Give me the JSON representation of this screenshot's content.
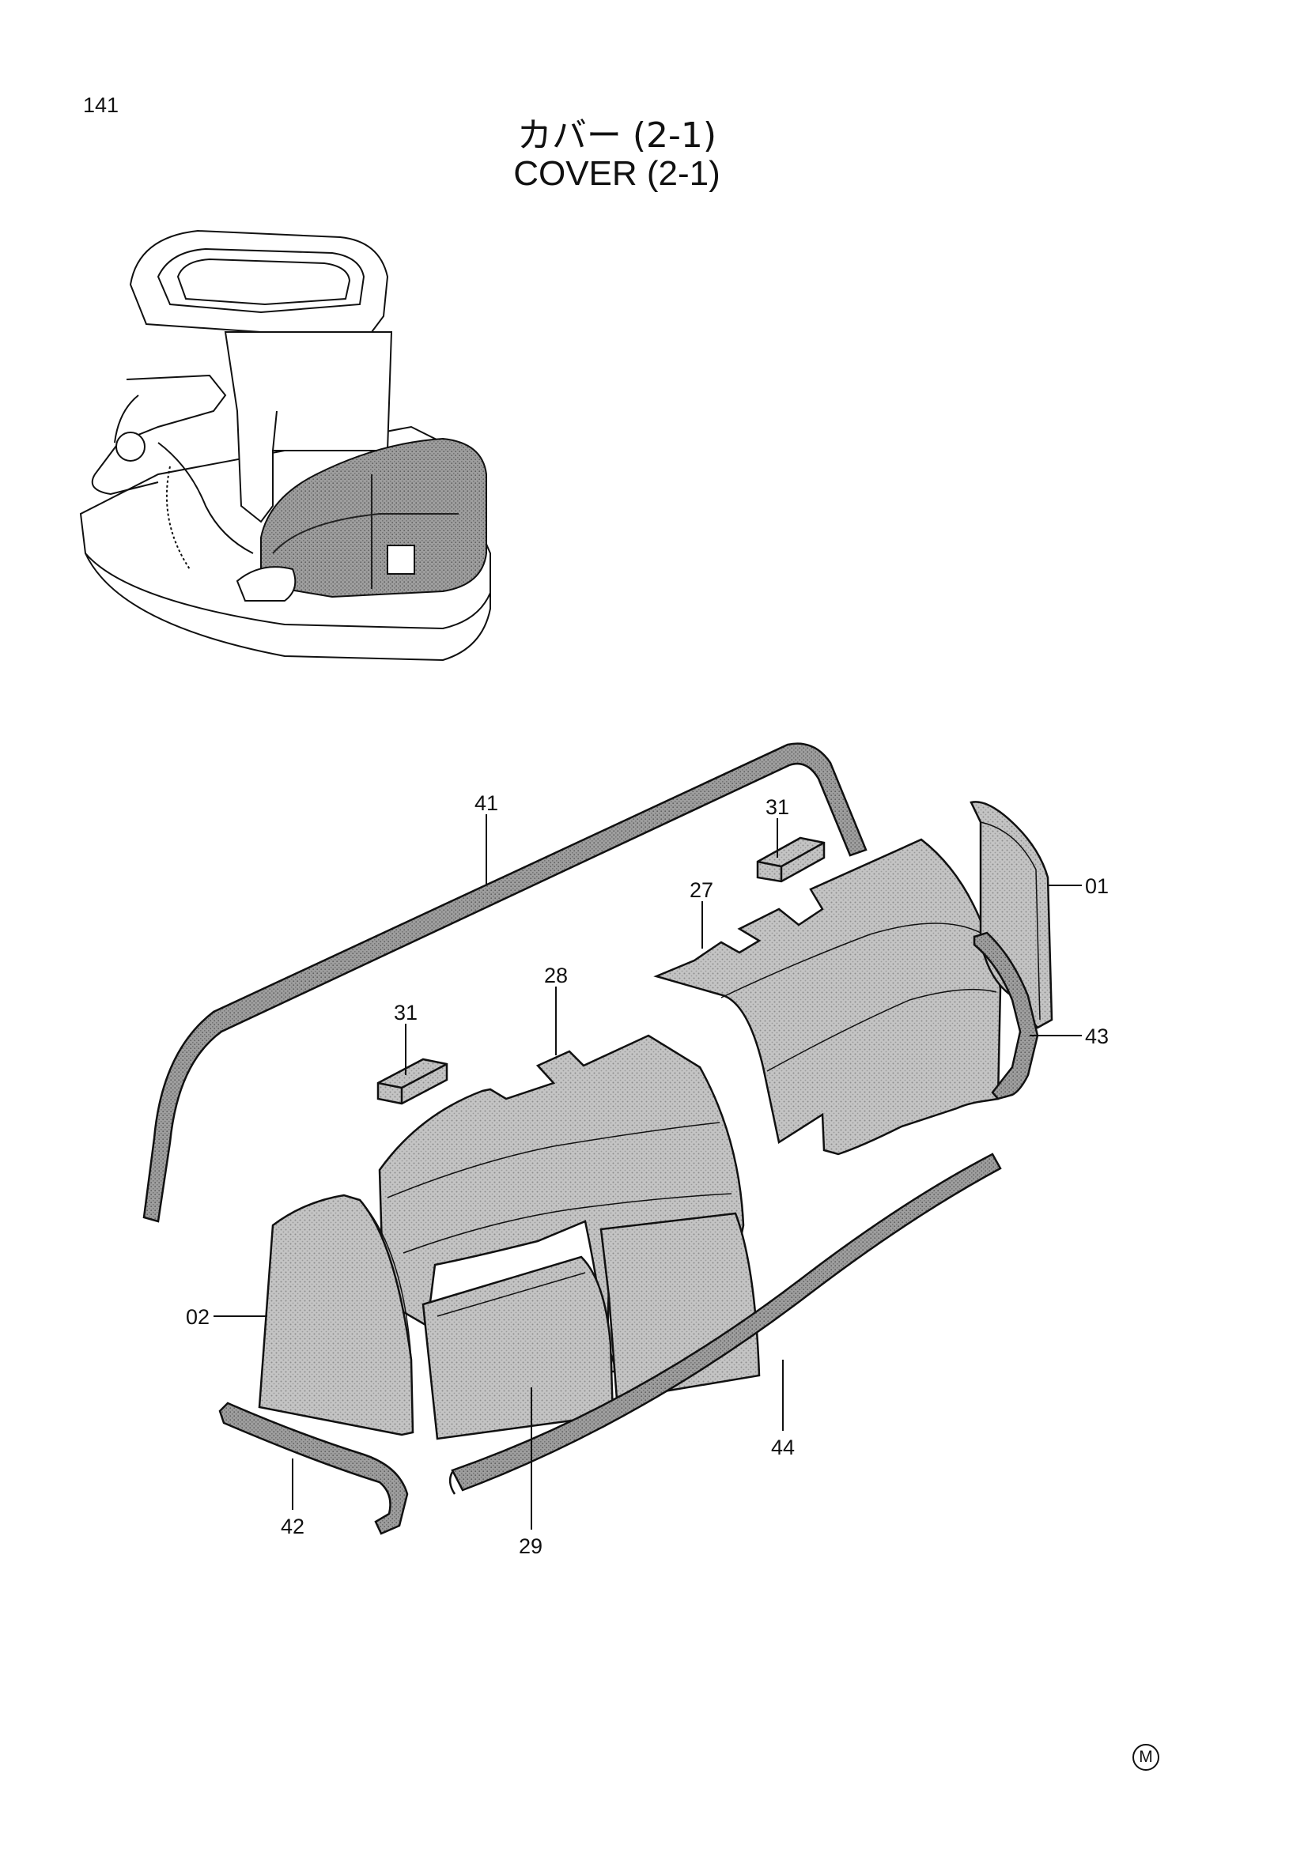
{
  "page": {
    "number": "141",
    "title_ja": "カバー (2-1)",
    "title_en": "COVER (2-1)",
    "mark": "M"
  },
  "callouts": {
    "p01": "01",
    "p02": "02",
    "p27": "27",
    "p28": "28",
    "p29": "29",
    "p31a": "31",
    "p31b": "31",
    "p41": "41",
    "p42": "42",
    "p43": "43",
    "p44": "44"
  },
  "colors": {
    "line": "#111111",
    "part_fill": "#b9b9b9",
    "part_fill_dark": "#9c9c9c",
    "seal_fill": "#8a8a8a"
  }
}
